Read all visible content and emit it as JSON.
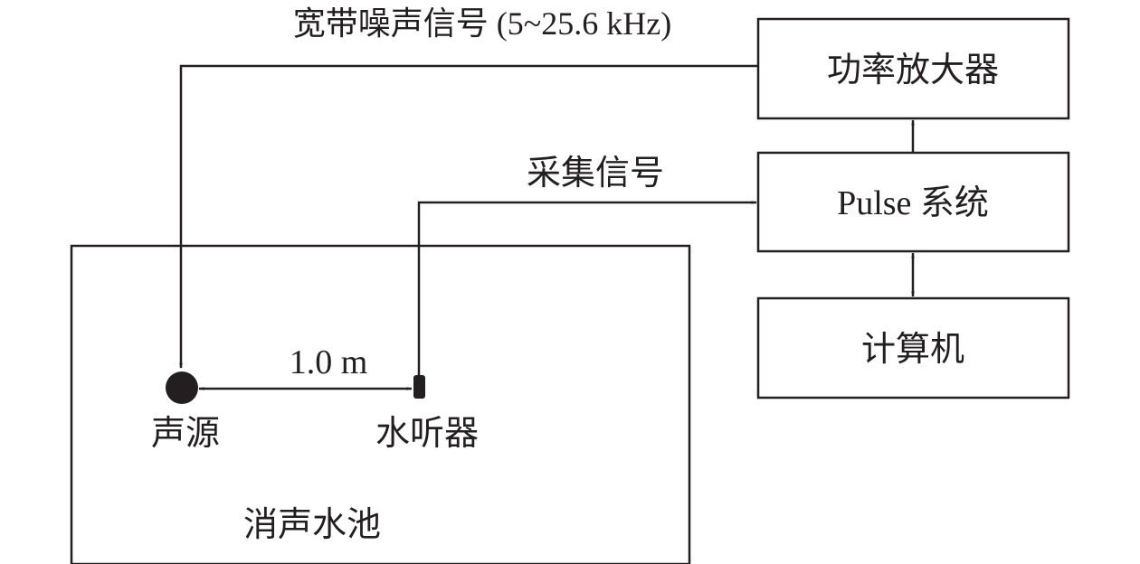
{
  "signals": {
    "noise_label": "宽带噪声信号 (5~25.6 kHz)",
    "acquisition_label": "采集信号"
  },
  "boxes": {
    "amplifier": "功率放大器",
    "pulse_system": "Pulse 系统",
    "computer": "计算机"
  },
  "tank": {
    "label": "消声水池",
    "source_label": "声源",
    "hydrophone_label": "水听器",
    "distance_label": "1.0 m"
  },
  "colors": {
    "line": "#231f20",
    "background": "#ffffff"
  }
}
